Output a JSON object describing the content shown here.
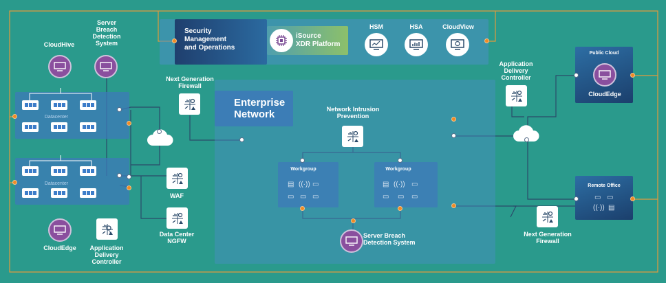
{
  "header": {
    "security_title": "Security\nManagement\nand Operations",
    "xdr_label": "iSource\nXDR Platform",
    "hsm": "HSM",
    "hsa": "HSA",
    "cloudview": "CloudView"
  },
  "left": {
    "cloudhive": "CloudHive",
    "server_breach": "Server\nBreach\nDetection\nSystem",
    "datacenter_1": "Datacenter",
    "datacenter_2": "Datacenter",
    "cloudedge": "CloudEdge",
    "adc": "Application\nDelivery\nController"
  },
  "middle": {
    "ngfw": "Next Generation\nFirewall",
    "waf": "WAF",
    "dc_ngfw": "Data Center\nNGFW"
  },
  "enterprise": {
    "title": "Enterprise\nNetwork",
    "nip": "Network Intrusion\nPrevention",
    "workgroup_1": "Workgroup",
    "workgroup_2": "Workgroup",
    "sbds": "Server Breach\nDetection System"
  },
  "right": {
    "adc": "Application\nDelivery\nController",
    "public_cloud": "Public Cloud",
    "cloudedge": "CloudEdge",
    "remote_office": "Remote Office",
    "ngfw": "Next Generation\nFirewall"
  },
  "colors": {
    "background": "#2a9a8c",
    "panel_blue": "#3d7ab8",
    "accent_orange": "#f08a24",
    "accent_purple": "#8a4f9e",
    "xdr_green": "#8dc06a"
  }
}
